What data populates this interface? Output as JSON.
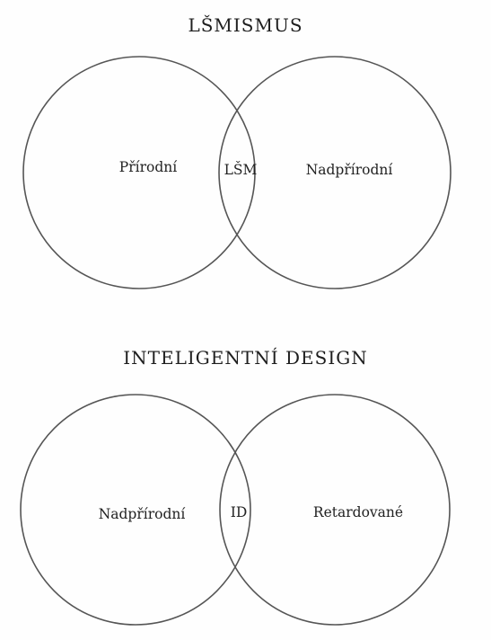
{
  "diagrams": [
    {
      "title": "LŠMISMUS",
      "left_label": "Přírodní",
      "center_label": "LŠM",
      "right_label": "Nadpřírodní"
    },
    {
      "title": "INTELIGENTNÍ DESIGN",
      "left_label": "Nadpřírodní",
      "center_label": "ID",
      "right_label": "Retardované"
    }
  ],
  "colors": {
    "stroke": "#555555",
    "text": "#222222",
    "background": "#fefefe"
  }
}
